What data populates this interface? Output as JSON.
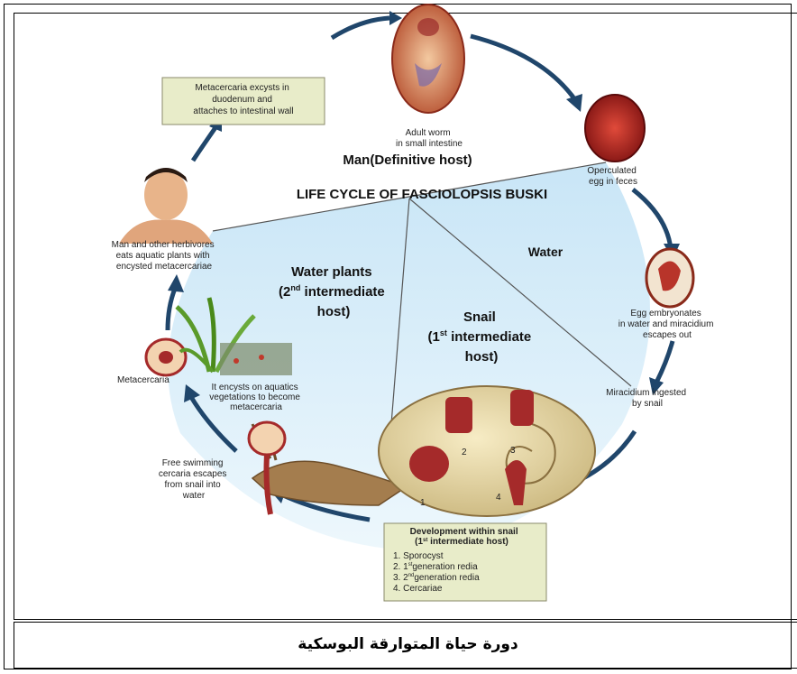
{
  "diagram": {
    "title": "LIFE CYCLE OF FASCIOLOPSIS BUSKI",
    "host_man": "Man(Definitive host)",
    "label_water": "Water",
    "water_plants": [
      "Water plants",
      "(2",
      "nd",
      " intermediate",
      "host)"
    ],
    "snail_host": [
      "Snail",
      "(1",
      "st",
      " intermediate",
      "host)"
    ],
    "metacercaria_box": [
      "Metacercaria excysts in",
      "duodenum and",
      "attaches to intestinal wall"
    ],
    "adult_worm": [
      "Adult worm",
      "in small intestine"
    ],
    "operculated_egg": [
      "Operculated",
      "egg in feces"
    ],
    "man_herbivores": [
      "Man and other herbivores",
      "eats aquatic plants with",
      "encysted metacercariae"
    ],
    "egg_embryonates": [
      "Egg embryonates",
      "in water and miracidium",
      "escapes out"
    ],
    "miracidium": [
      "Miracidium ingested",
      "by snail"
    ],
    "metacercaria": "Metacercaria",
    "encysts": [
      "It encysts  on aquatics",
      "vegetations to become",
      "metacercaria"
    ],
    "free_swimming": [
      "Free swimming",
      "cercaria escapes",
      "from snail into",
      "water"
    ],
    "development_box": {
      "title": [
        "Development within snail",
        "(1",
        "st",
        " intermediate host)"
      ],
      "items": [
        {
          "n": "1.",
          "a": "Sporocyst",
          "sup": "",
          "b": ""
        },
        {
          "n": "2.",
          "a": "1",
          "sup": "st",
          "b": "generation redia"
        },
        {
          "n": "3.",
          "a": "2",
          "sup": "nd",
          "b": "generation redia"
        },
        {
          "n": "4.",
          "a": "Cercariae",
          "sup": "",
          "b": ""
        }
      ]
    },
    "snail_numbers": [
      "1",
      "2",
      "3",
      "4"
    ]
  },
  "caption": "دورة حياة المتوارقة البوسكية"
}
